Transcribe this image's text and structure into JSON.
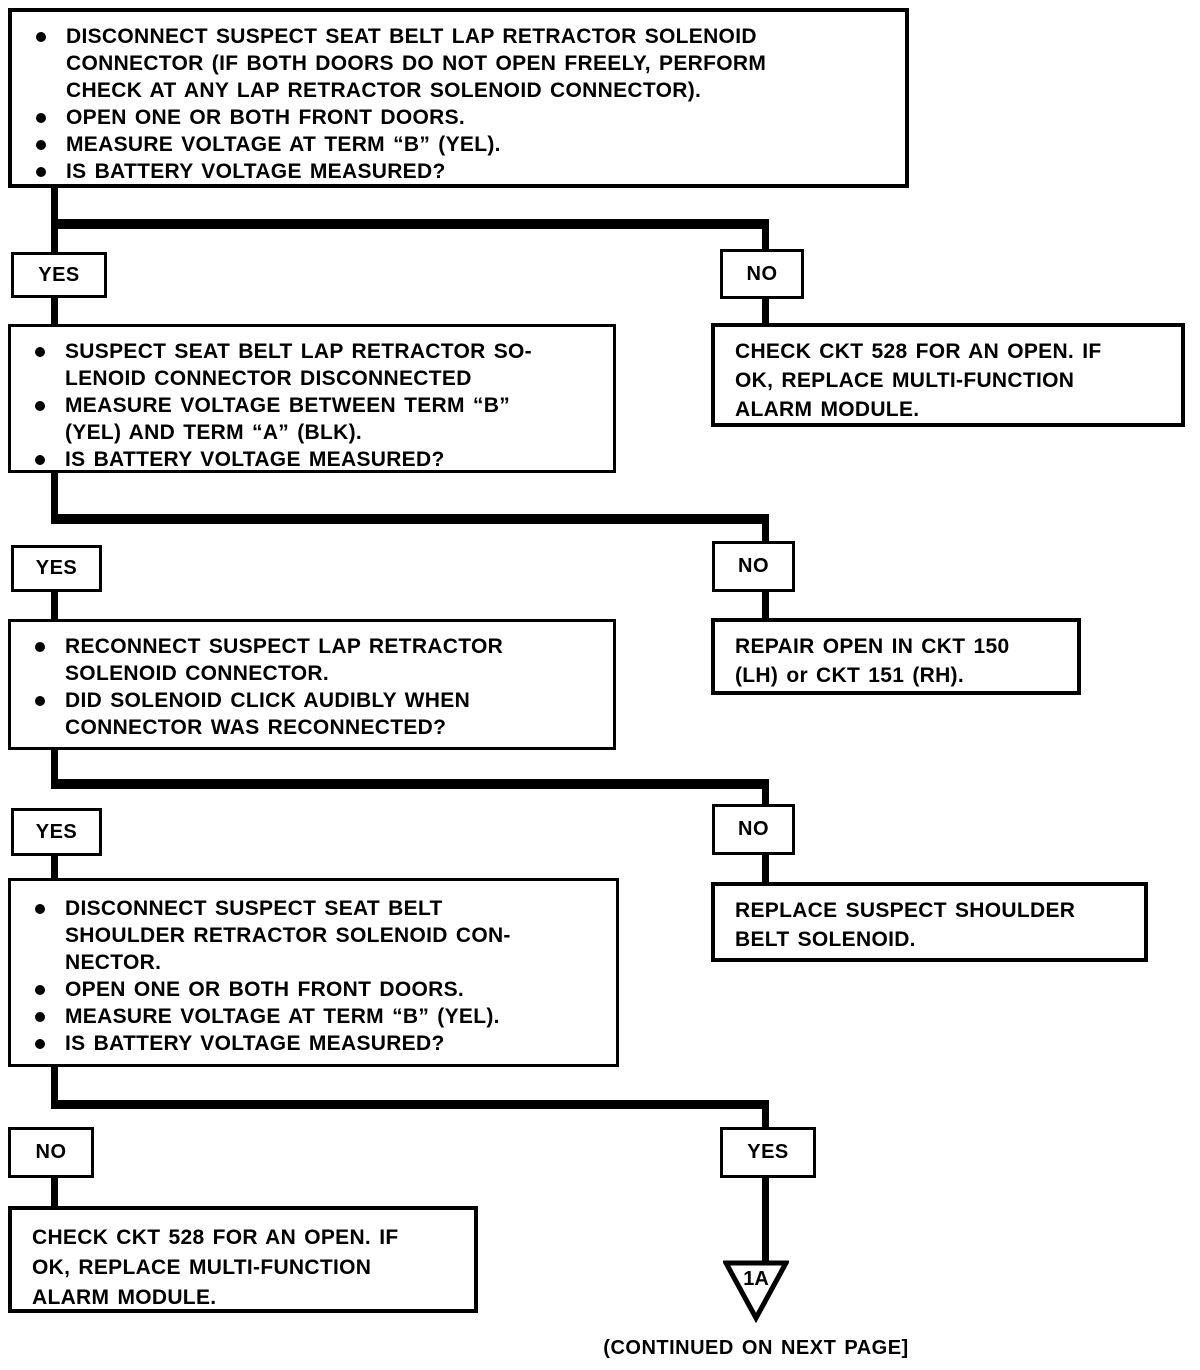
{
  "flowchart": {
    "step1": {
      "bullets": [
        "DISCONNECT SUSPECT SEAT BELT LAP RETRACTOR SOLENOID\nCONNECTOR (IF BOTH DOORS DO NOT OPEN FREELY, PERFORM\nCHECK AT ANY LAP RETRACTOR SOLENOID CONNECTOR).",
        "OPEN ONE OR BOTH FRONT DOORS.",
        "MEASURE VOLTAGE AT TERM “B” (YEL).",
        "IS BATTERY VOLTAGE MEASURED?"
      ]
    },
    "decision1": {
      "yes_label": "YES",
      "no_label": "NO",
      "yes_box_bullets": [
        "SUSPECT SEAT BELT LAP RETRACTOR SO-\nLENOID CONNECTOR DISCONNECTED",
        "MEASURE VOLTAGE BETWEEN TERM “B”\n(YEL) AND TERM “A” (BLK).",
        "IS BATTERY VOLTAGE MEASURED?"
      ],
      "no_box_text": "CHECK CKT 528 FOR AN OPEN. IF\nOK, REPLACE MULTI-FUNCTION\nALARM MODULE."
    },
    "decision2": {
      "yes_label": "YES",
      "no_label": "NO",
      "yes_box_bullets": [
        "RECONNECT SUSPECT LAP RETRACTOR\nSOLENOID CONNECTOR.",
        "DID SOLENOID CLICK AUDIBLY WHEN\nCONNECTOR WAS RECONNECTED?"
      ],
      "no_box_text": "REPAIR OPEN IN CKT 150\n(LH) or CKT 151 (RH)."
    },
    "decision3": {
      "yes_label": "YES",
      "no_label": "NO",
      "yes_box_bullets": [
        "DISCONNECT SUSPECT SEAT BELT\nSHOULDER RETRACTOR SOLENOID CON-\nNECTOR.",
        "OPEN ONE OR BOTH FRONT DOORS.",
        "MEASURE VOLTAGE AT TERM “B” (YEL).",
        "IS BATTERY VOLTAGE MEASURED?"
      ],
      "no_box_text": "REPLACE SUSPECT SHOULDER\nBELT SOLENOID."
    },
    "decision4": {
      "no_label": "NO",
      "yes_label": "YES",
      "no_box_text": "CHECK CKT 528 FOR AN OPEN. IF\nOK, REPLACE MULTI-FUNCTION\nALARM MODULE.",
      "continuation_marker": "1A"
    },
    "footer": "(CONTINUED ON NEXT PAGE]",
    "colors": {
      "ink": "#000000",
      "paper": "#ffffff"
    }
  }
}
